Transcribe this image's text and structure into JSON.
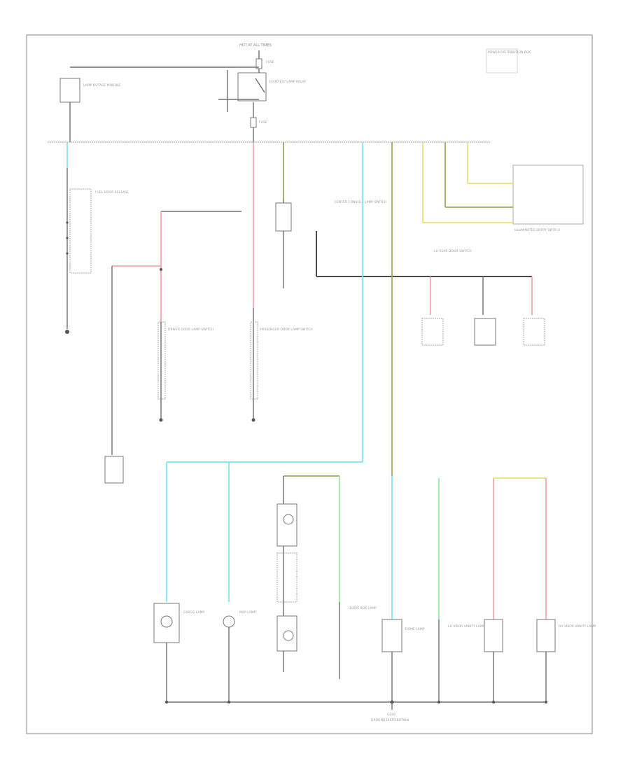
{
  "diagram": {
    "corner_label": "",
    "labels": {
      "hot_at_all_times": "HOT AT ALL TIMES",
      "fuse_top": "FUSE",
      "fuse_top2": "FUSE",
      "power_dist": "POWER DISTRIBUTION BOX",
      "courtesy_relay": "COURTESY LAMP RELAY",
      "lamp_out_relay": "LAMP OUTAGE MODULE",
      "fuel_door": "FUEL DOOR RELEASE",
      "driver_door": "DRIVER DOOR LAMP SWITCH",
      "passenger_door": "PASSENGER DOOR LAMP SWITCH",
      "center_console": "CENTER CONSOLE LAMP SWITCH",
      "illum_switch": "ILLUMINATED ENTRY SWITCH",
      "lh_switch": "LH REAR DOOR SWITCH",
      "cargo_lamp": "CARGO LAMP",
      "map_lamp": "MAP LAMP",
      "dome_lamp": "DOME LAMP",
      "glove_box": "GLOVE BOX LAMP",
      "vanity_lh": "LH VISOR VANITY LAMP",
      "vanity_rh": "RH VISOR VANITY LAMP",
      "ground": "G200",
      "ground_note": "GROUND DISTRIBUTION"
    }
  }
}
